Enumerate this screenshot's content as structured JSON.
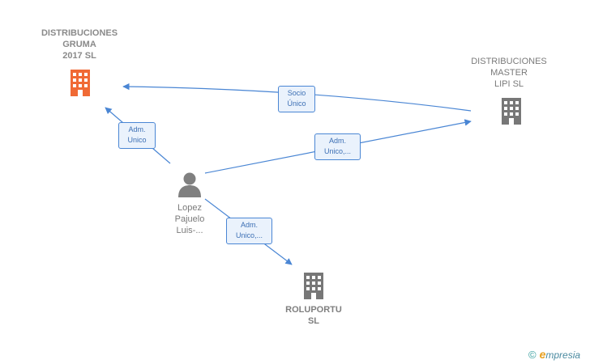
{
  "colors": {
    "edge": "#4a86d4",
    "company_highlight": "#f06a35",
    "company": "#777777",
    "person": "#808080"
  },
  "nodes": {
    "gruma": {
      "label": "DISTRIBUCIONES\nGRUMA\n2017  SL",
      "icon": "building-icon",
      "highlight": true
    },
    "master": {
      "label": "DISTRIBUCIONES\nMASTER\nLIPI  SL",
      "icon": "building-icon"
    },
    "person": {
      "label": "Lopez\nPajuelo\nLuis-...",
      "icon": "person-icon"
    },
    "roluportu": {
      "label": "ROLUPORTU\nSL",
      "icon": "building-icon"
    }
  },
  "edges": [
    {
      "from": "master",
      "to": "gruma",
      "label": "Socio\nÚnico"
    },
    {
      "from": "person",
      "to": "gruma",
      "label": "Adm.\nUnico"
    },
    {
      "from": "person",
      "to": "master",
      "label": "Adm.\nUnico,..."
    },
    {
      "from": "person",
      "to": "roluportu",
      "label": "Adm.\nUnico,..."
    }
  ],
  "footer": {
    "copyright_symbol": "©",
    "brand_initial": "e",
    "brand_rest": "mpresia"
  }
}
